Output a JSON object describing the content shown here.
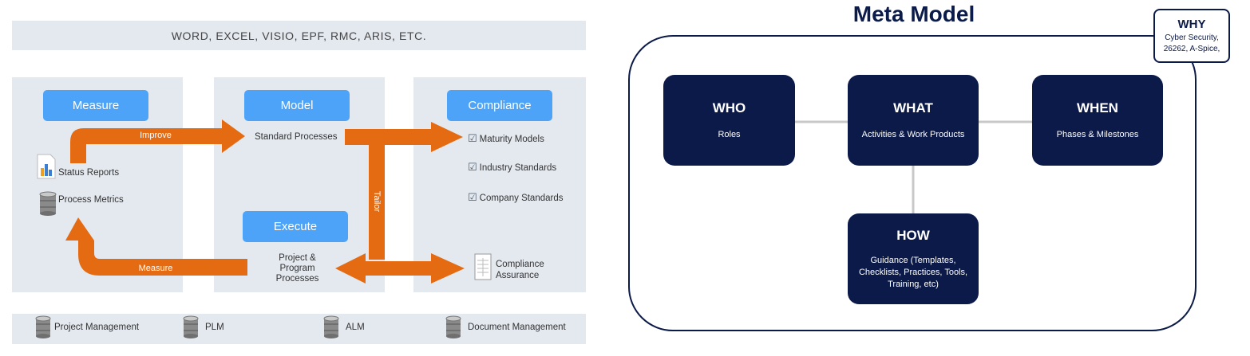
{
  "toolbar": {
    "text": "WORD, EXCEL, VISIO, EPF, RMC, ARIS, ETC."
  },
  "columns": {
    "measure": {
      "label": "Measure"
    },
    "model": {
      "label": "Model"
    },
    "compliance": {
      "label": "Compliance"
    },
    "execute": {
      "label": "Execute"
    }
  },
  "arrows": {
    "improve": "Improve",
    "measure": "Measure",
    "tailor": "Tailor"
  },
  "left_items": {
    "status_reports": "Status Reports",
    "process_metrics": "Process Metrics"
  },
  "model_items": {
    "standard_processes": "Standard Processes"
  },
  "execute_items": {
    "line1": "Project &",
    "line2": "Program",
    "line3": "Processes"
  },
  "compliance_items": {
    "maturity": "Maturity Models",
    "industry": "Industry Standards",
    "company": "Company Standards",
    "assurance_line1": "Compliance",
    "assurance_line2": "Assurance"
  },
  "systems": [
    "Project Management",
    "PLM",
    "ALM",
    "Document Management"
  ],
  "meta_model": {
    "title": "Meta Model",
    "who": {
      "head": "WHO",
      "sub": "Roles"
    },
    "what": {
      "head": "WHAT",
      "sub": "Activities & Work Products"
    },
    "when": {
      "head": "WHEN",
      "sub": "Phases & Milestones"
    },
    "how": {
      "head": "HOW",
      "sub1": "Guidance (Templates,",
      "sub2": "Checklists, Practices, Tools,",
      "sub3": "Training, etc)"
    },
    "why": {
      "head": "WHY",
      "sub1": "Cyber Security,",
      "sub2": "26262, A-Spice,"
    }
  },
  "colors": {
    "arrow": "#e56b12",
    "button": "#4da3f7",
    "band": "#e4e9f0",
    "navy": "#0b1a48"
  }
}
